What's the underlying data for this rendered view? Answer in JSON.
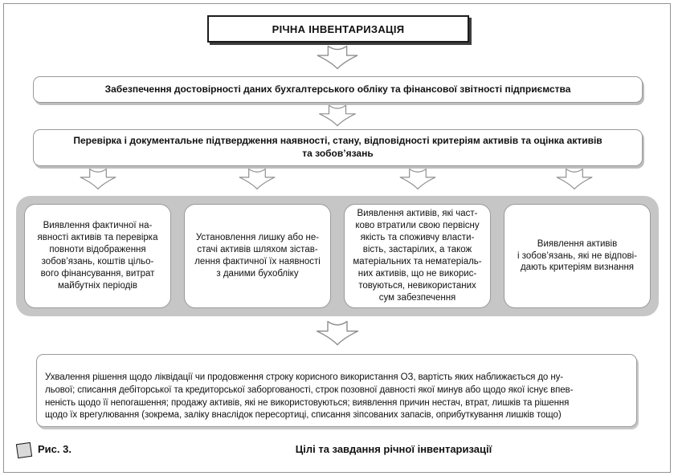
{
  "diagram": {
    "title_box": "РІЧНА ІНВЕНТАРИЗАЦІЯ",
    "goal_bar": "Забезпечення достовірності даних бухгалтерського обліку та фінансової звітності підприємства",
    "check_bar": "Перевірка і документальне підтвердження наявності, стану, відповідності критеріям активів та оцінка активів\nта зобов’язань",
    "tasks": [
      "Виявлення фактичної на-\nявності активів та перевірка\nповноти відображення\nзобов’язань, коштів цільо-\nвого фінансування, витрат\nмайбутніх періодів",
      "Установлення лишку або не-\nстачі активів шляхом зістав-\nлення фактичної їх наявності\nз даними бухобліку",
      "Виявлення активів, які част-\nково втратили свою первісну\nякість та споживчу власти-\nвість, застарілих, а також\nматеріальних та нематеріаль-\nних активів, що не викорис-\nтовуються, невикористаних\nсум забезпечення",
      "Виявлення активів\nі зобов’язань, які не відпові-\nдають критеріям визнання"
    ],
    "decision_box": "Ухвалення рішення щодо ліквідації чи продовження строку корисного використання ОЗ, вартість яких наближається до ну-\nльової; списання дебіторської та кредиторської заборгованості, строк позовної давності якої минув або щодо якої існує впев-\nненість щодо її непогашення; продажу активів, які не використовуються; виявлення причин нестач, втрат, лишків та рішення\nщодо їх врегулювання (зокрема, заліку внаслідок пересортиці, списання зіпсованих запасів, оприбуткування лишків тощо)",
    "caption": {
      "label": "Рис. 3.",
      "title": "Цілі та завдання річної інвентаризації"
    }
  },
  "colors": {
    "container_gray": "#c6c6c6",
    "box_border_gray": "#9a9a9a",
    "bar_shadow_gray": "#bdbdbd",
    "title_border_black": "#1c1c1c"
  }
}
